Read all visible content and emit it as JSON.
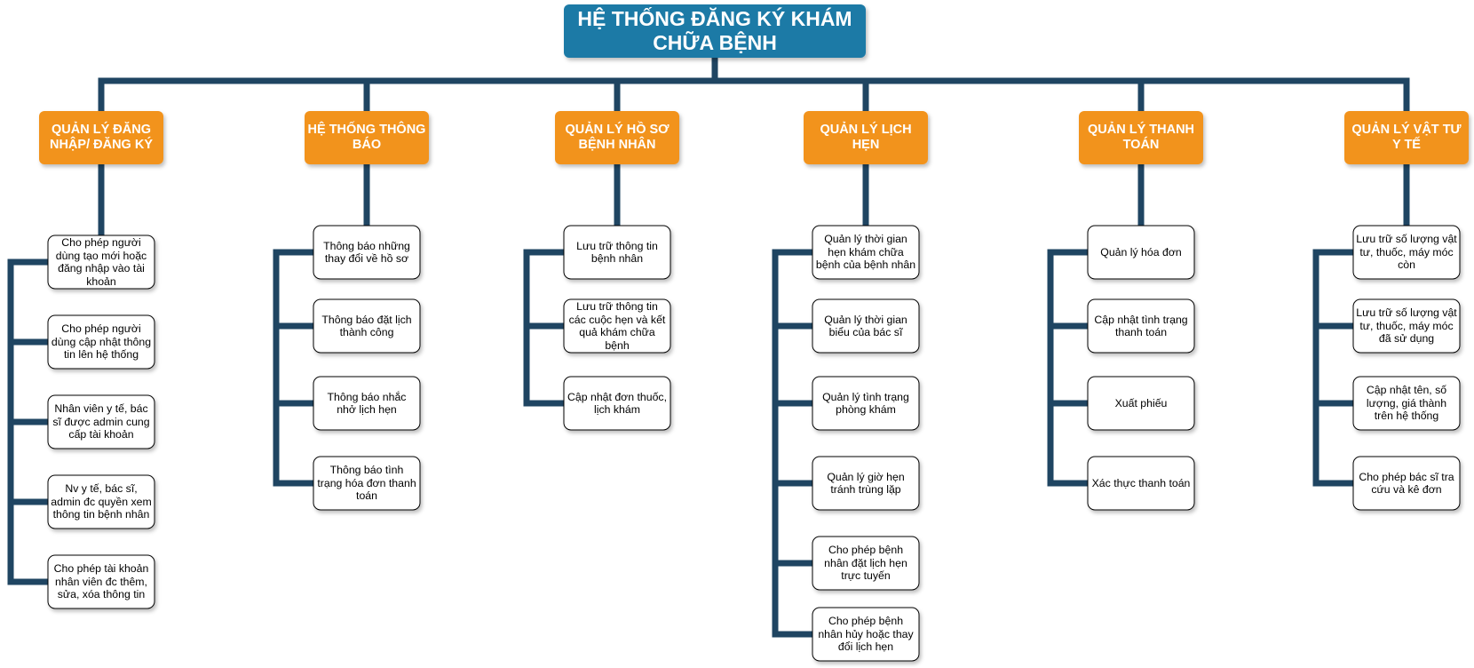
{
  "colors": {
    "root_fill": "#1c7aa6",
    "category_fill": "#f2931e",
    "connector": "#1f4562",
    "leaf_fill": "#ffffff",
    "leaf_border": "#000000"
  },
  "root": {
    "label": "HỆ THỐNG ĐĂNG KÝ KHÁM CHỮA BỆNH"
  },
  "categories": [
    {
      "label": "QUẢN LÝ ĐĂNG NHẬP/ ĐĂNG KÝ",
      "items": [
        "Cho phép người dùng tạo mới hoặc đăng nhập vào tài khoản",
        "Cho phép người dùng cập nhật thông tin lên hệ thống",
        "Nhân viên y tế, bác sĩ được admin cung cấp tài khoản",
        "Nv y tế, bác sĩ, admin đc quyền xem thông tin bệnh nhân",
        "Cho phép tài khoản nhân viên đc thêm, sửa, xóa thông tin"
      ]
    },
    {
      "label": "HỆ THỐNG THÔNG BÁO",
      "items": [
        "Thông báo những thay đổi về hồ sơ",
        "Thông báo đặt lịch thành công",
        "Thông báo nhắc nhở lịch hẹn",
        "Thông báo tình trạng hóa đơn thanh toán"
      ]
    },
    {
      "label": "QUẢN LÝ HỒ SƠ BỆNH NHÂN",
      "items": [
        "Lưu trữ thông tin bệnh nhân",
        "Lưu trữ thông tin các cuộc hẹn và kết quả khám chữa bệnh",
        "Cập nhật đơn thuốc, lịch khám"
      ]
    },
    {
      "label": "QUẢN LÝ LỊCH HẸN",
      "items": [
        "Quản lý thời gian hẹn khám chữa bệnh của bệnh nhân",
        "Quản lý thời gian biểu của bác sĩ",
        "Quản lý tình trạng phòng khám",
        "Quản lý giờ hẹn tránh trùng lặp",
        "Cho phép bệnh nhân đặt lịch hẹn trực tuyến",
        "Cho phép bệnh nhân hủy hoặc thay đổi lịch hẹn"
      ]
    },
    {
      "label": "QUẢN LÝ THANH TOÁN",
      "items": [
        "Quản lý hóa đơn",
        "Cập nhật tình trạng thanh toán",
        "Xuất phiếu",
        "Xác thực thanh toán"
      ]
    },
    {
      "label": "QUẢN LÝ VẬT TƯ Y TẾ",
      "items": [
        "Lưu trữ số lượng vật tư, thuốc, máy móc còn",
        "Lưu trữ số lượng vật tư, thuốc, máy móc đã sử dụng",
        "Cập nhật tên, số lượng, giá thành trên hệ thống",
        "Cho phép bác sĩ tra cứu và kê đơn"
      ]
    }
  ]
}
